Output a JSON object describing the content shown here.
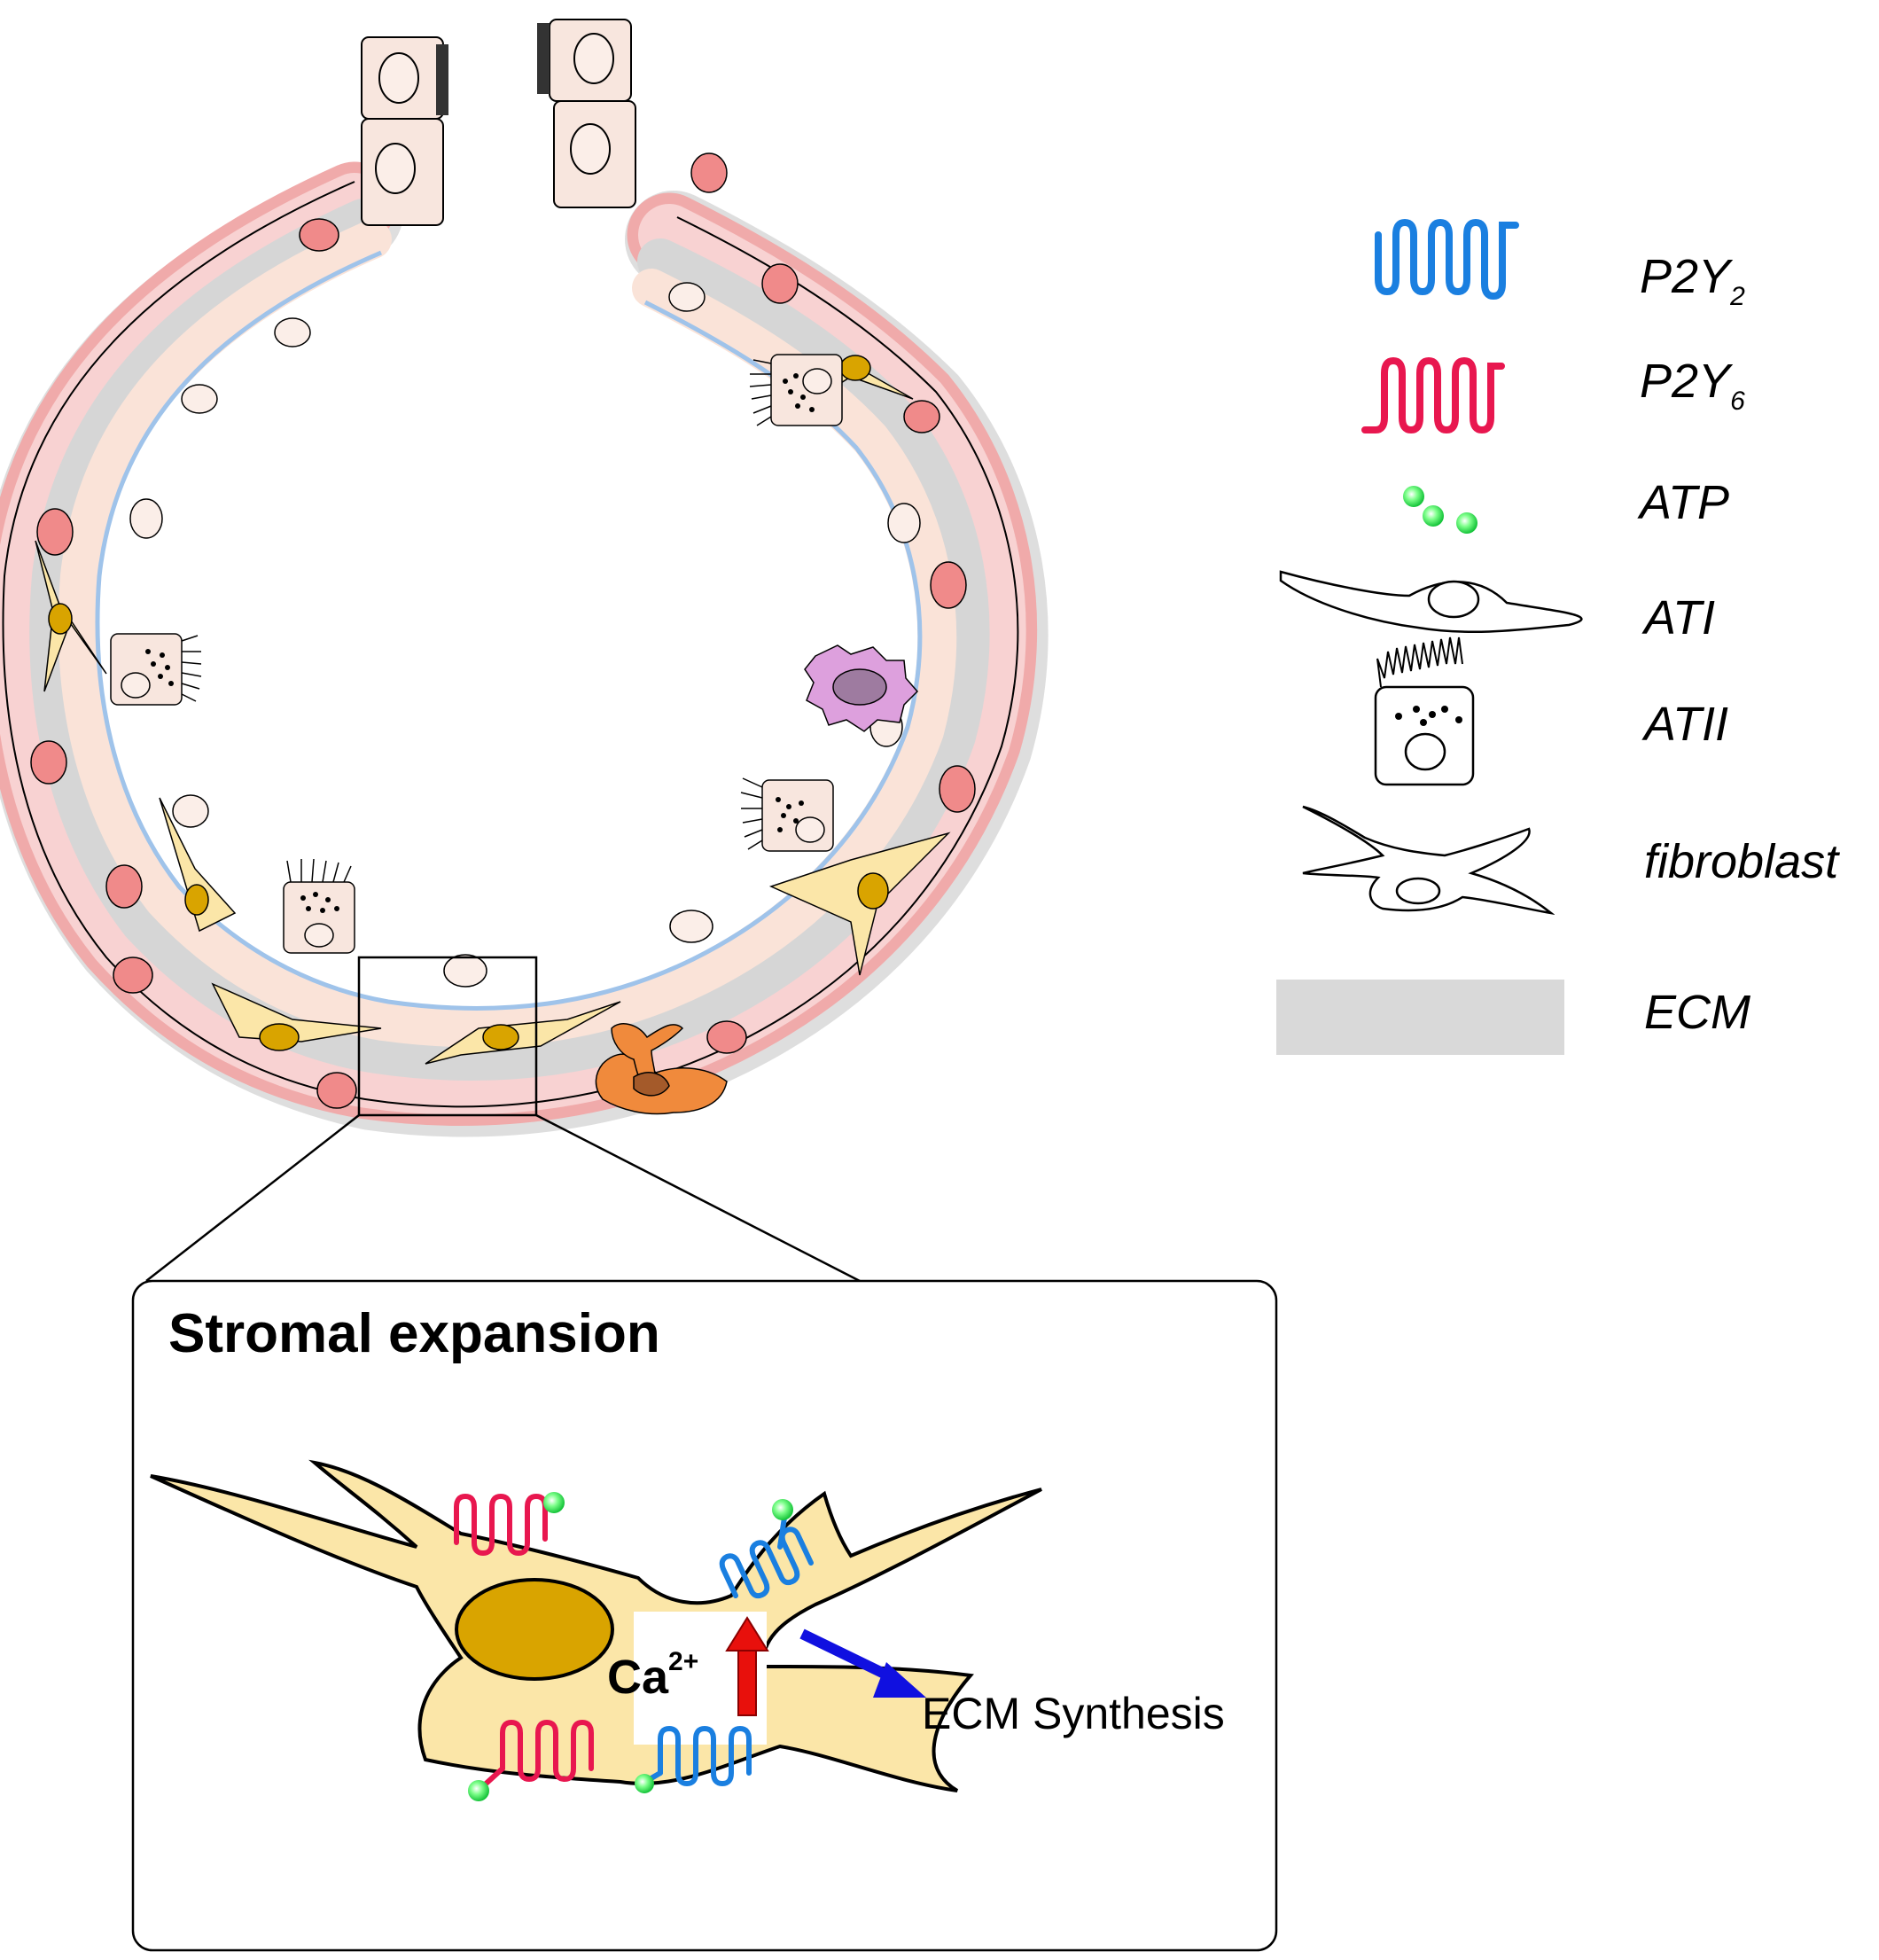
{
  "legend": {
    "p2y2": {
      "label": "P2Y",
      "sub": "2"
    },
    "p2y6": {
      "label": "P2Y",
      "sub": "6"
    },
    "atp": "ATP",
    "ati": "ATI",
    "atii": "ATII",
    "fibroblast": "fibroblast",
    "ecm": "ECM"
  },
  "inset": {
    "title": "Stromal expansion",
    "calcium": {
      "base": "Ca",
      "sup": "2+"
    },
    "ecm_synthesis": "ECM Synthesis"
  },
  "colors": {
    "p2y2": "#1a7fe0",
    "p2y6": "#e8174f",
    "atp": "#22dd44",
    "fibroblast": "#fbe6a8",
    "nucleus": "#d9a400",
    "ecm": "#d9d9d9",
    "smooth_muscle": "#f2b5b5",
    "epithelium": "#f8e0d6",
    "up_arrow": "#e8100c",
    "blue_arrow": "#1010e0",
    "macrophage": "#dda0dd"
  }
}
